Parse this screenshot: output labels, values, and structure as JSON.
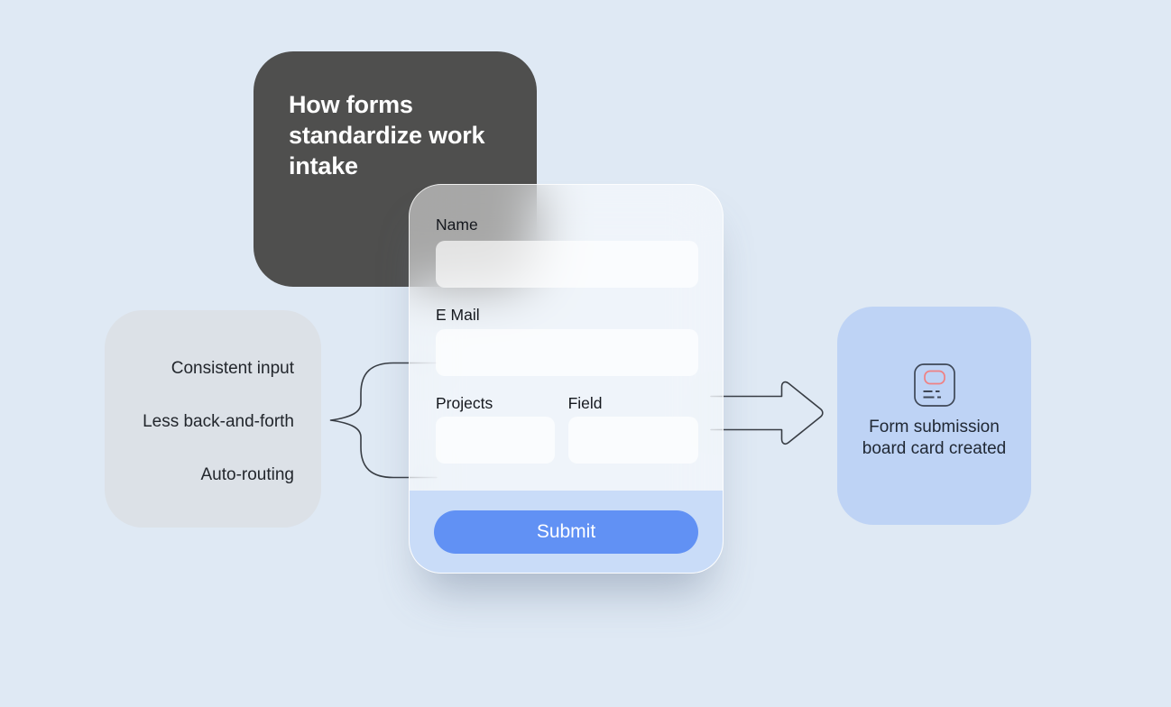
{
  "background_color": "#dfe9f4",
  "title_card": {
    "title": "How forms standardize work intake",
    "bg_color": "#4f4f4e",
    "text_color": "#ffffff"
  },
  "benefits_card": {
    "items": [
      "Consistent input",
      "Less back-and-forth",
      "Auto-routing"
    ],
    "bg_color": "#dce1e7"
  },
  "connectors": {
    "brace_icon": "curly-brace-left",
    "arrow_icon": "block-arrow-right",
    "stroke_color": "#383d44"
  },
  "form_card": {
    "name_label": "Name",
    "name_value": "",
    "email_label": "E Mail",
    "email_value": "",
    "projects_label": "Projects",
    "projects_value": "",
    "field_label": "Field",
    "field_value": "",
    "submit_label": "Submit",
    "accent_color": "#6191f4",
    "footer_color": "#cddef8"
  },
  "result_card": {
    "caption": "Form submission board card created",
    "icon": "board-card-icon",
    "bg_color": "#bed3f5",
    "icon_stroke_color": "#3e4756",
    "icon_accent_color": "#ef8184"
  }
}
